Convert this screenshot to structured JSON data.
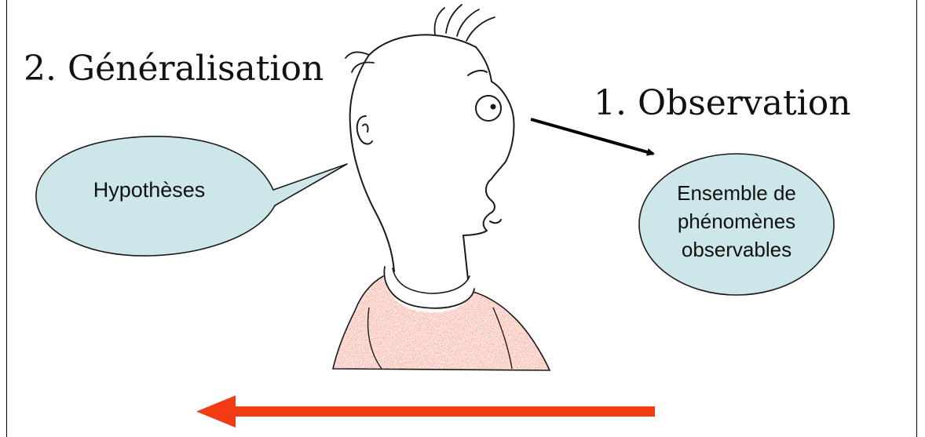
{
  "labels": {
    "step_generalisation": "2. Généralisation",
    "step_observation": "1. Observation"
  },
  "bubbles": {
    "hypotheses": "Hypothèses",
    "phenomena": [
      "Ensemble de",
      "phénomènes",
      "observables"
    ]
  },
  "colors": {
    "bubble_fill": "#cce6ea",
    "sweater": "#e8442a",
    "long_arrow": "#f23a13",
    "short_arrow": "#000000"
  },
  "figure": {
    "icon": "cartoon-person-thinking"
  }
}
